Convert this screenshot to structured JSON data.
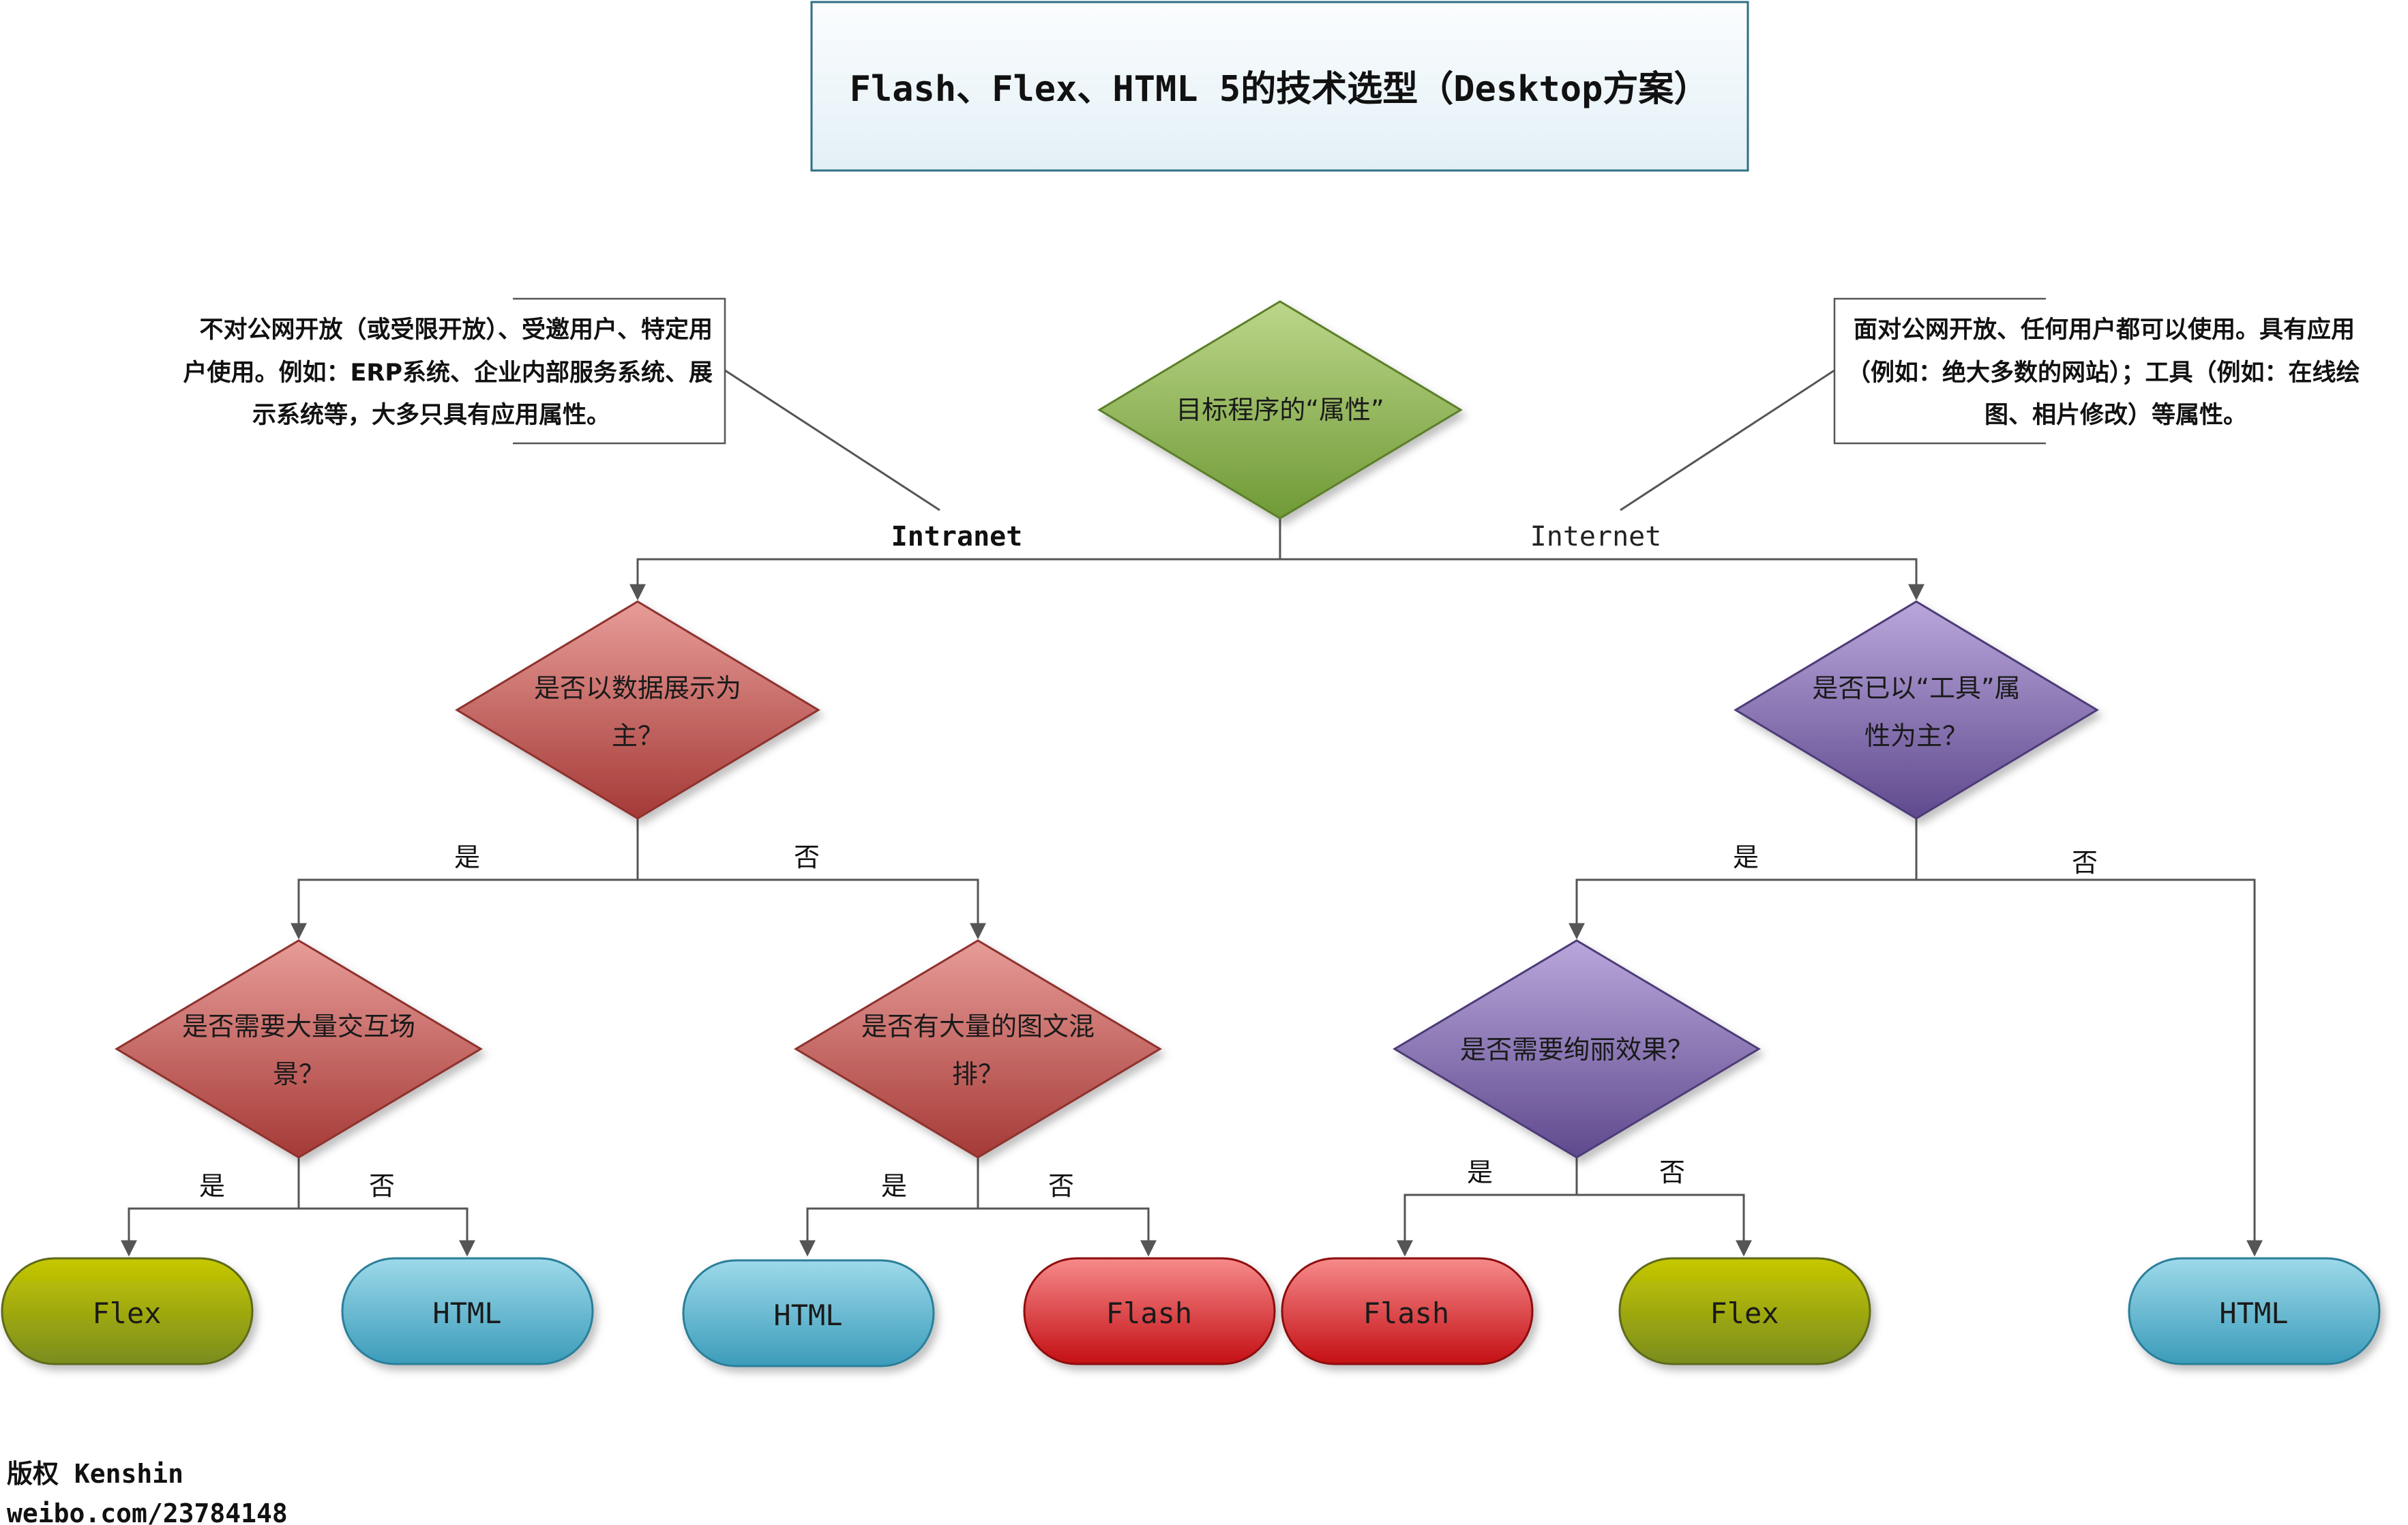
{
  "title": "Flash、Flex、HTML 5的技术选型（Desktop方案）",
  "copyright_lines": [
    "版权 Kenshin",
    "weibo.com/23784148"
  ],
  "notes": {
    "intranet": [
      "不对公网开放（或受限开放）、受邀用户、特定用",
      "户使用。例如：ERP系统、企业内部服务系统、展",
      "示系统等，大多只具有应用属性。"
    ],
    "internet": [
      "面对公网开放、任何用户都可以使用。具有应用",
      "（例如：绝大多数的网站）；工具（例如：在线绘",
      "图、相片修改）等属性。"
    ]
  },
  "decisions": {
    "root": [
      "目标程序的“属性”"
    ],
    "data_display": [
      "是否以数据展示为",
      "主？"
    ],
    "tool": [
      "是否已以“工具”属",
      "性为主？"
    ],
    "interaction": [
      "是否需要大量交互场",
      "景？"
    ],
    "mixed_layout": [
      "是否有大量的图文混",
      "排？"
    ],
    "effects": [
      "是否需要绚丽效果？"
    ]
  },
  "branch_labels": {
    "intranet": "Intranet",
    "internet": "Internet",
    "yes": "是",
    "no": "否"
  },
  "outcomes": [
    {
      "id": "o1",
      "label": "Flex",
      "kind": "flex"
    },
    {
      "id": "o2",
      "label": "HTML",
      "kind": "html"
    },
    {
      "id": "o3",
      "label": "HTML",
      "kind": "html"
    },
    {
      "id": "o4",
      "label": "Flash",
      "kind": "flash"
    },
    {
      "id": "o5",
      "label": "Flash",
      "kind": "flash"
    },
    {
      "id": "o6",
      "label": "Flex",
      "kind": "flex"
    },
    {
      "id": "o7",
      "label": "HTML",
      "kind": "html"
    }
  ],
  "colors": {
    "title_fill": "#eef6fa",
    "title_stroke": "#2f6f86",
    "root_fill": "#8db04c",
    "red_fill": "#c24f4c",
    "purple_fill": "#7c65ad",
    "flex_fill": "#9ea018",
    "html_fill": "#55b4cf",
    "flash_fill": "#dc2b2b",
    "line": "#555555"
  }
}
